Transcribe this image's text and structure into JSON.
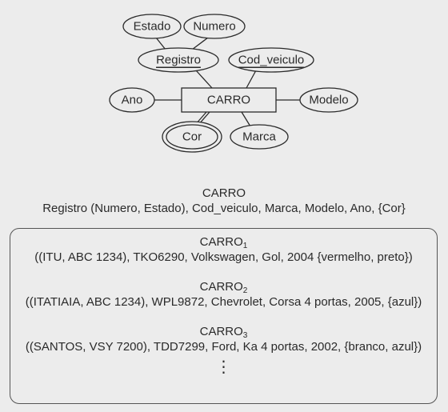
{
  "diagram": {
    "entity": "CARRO",
    "attributes": {
      "estado": "Estado",
      "numero": "Numero",
      "registro": "Registro",
      "cod_veiculo": "Cod_veiculo",
      "ano": "Ano",
      "modelo": "Modelo",
      "cor": "Cor",
      "marca": "Marca"
    }
  },
  "schema": {
    "title": "CARRO",
    "attributes": "Registro (Numero, Estado), Cod_veiculo, Marca, Modelo, Ano, {Cor}"
  },
  "instances": [
    {
      "name": "CARRO",
      "sub": "1",
      "value": "((ITU, ABC 1234), TKO6290, Volkswagen, Gol, 2004 {vermelho, preto})"
    },
    {
      "name": "CARRO",
      "sub": "2",
      "value": "((ITATIAIA, ABC 1234), WPL9872, Chevrolet, Corsa 4 portas, 2005, {azul})"
    },
    {
      "name": "CARRO",
      "sub": "3",
      "value": "((SANTOS, VSY 7200), TDD7299, Ford, Ka 4 portas, 2002, {branco, azul})"
    }
  ],
  "ellipsis": "⋮"
}
